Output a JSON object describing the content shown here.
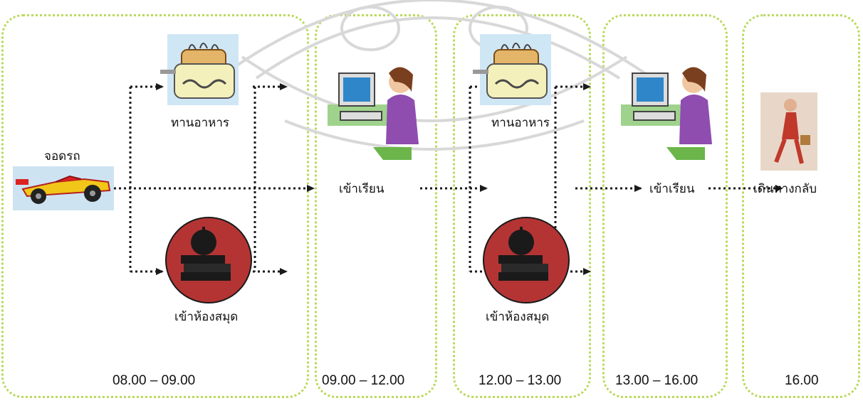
{
  "panels": [
    {
      "id": "p1",
      "time": "08.00 – 09.00"
    },
    {
      "id": "p2",
      "time": "09.00 – 12.00"
    },
    {
      "id": "p3",
      "time": "12.00 – 13.00"
    },
    {
      "id": "p4",
      "time": "13.00 – 16.00"
    },
    {
      "id": "p5",
      "time": "16.00"
    }
  ],
  "labels": {
    "park": "จอดรถ",
    "eat_1": "ทานอาหาร",
    "library_1": "เข้าห้องสมุด",
    "study_1": "เข้าเรียน",
    "eat_2": "ทานอาหาร",
    "library_2": "เข้าห้องสมุด",
    "study_2": "เข้าเรียน",
    "go_home": "เดินทางกลับ"
  },
  "icons": {
    "car": "race-car-icon",
    "toaster": "toaster-icon",
    "library": "library-books-icon",
    "computer": "person-at-computer-icon",
    "walking": "walking-person-icon"
  },
  "colors": {
    "panel_border": "#b9da5c",
    "arrow": "#1a1a1a"
  }
}
